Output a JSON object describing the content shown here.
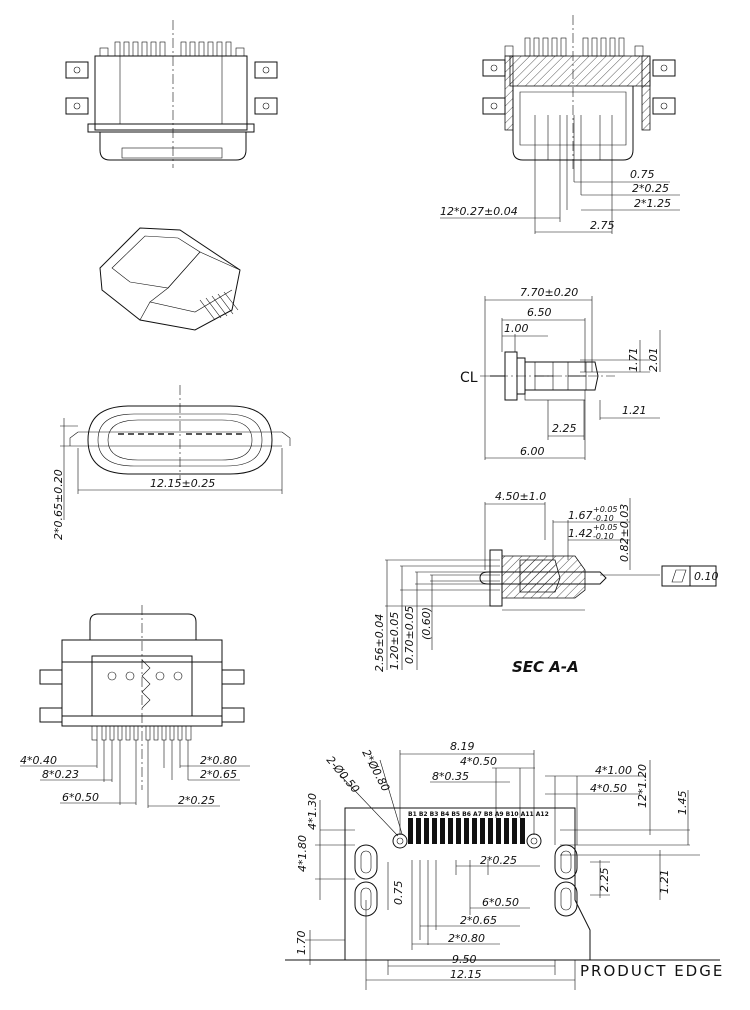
{
  "rear_view": {
    "dims": {
      "pitch": "0.75",
      "pin_w": "2*0.25",
      "pin_s": "2*1.25",
      "pins": "12*0.27±0.04",
      "span": "2.75"
    }
  },
  "front_view": {
    "width": "12.15±0.25",
    "height": "2*0.65±0.20"
  },
  "side_view": {
    "length": "7.70±0.20",
    "len2": "6.50",
    "len3": "1.00",
    "h1": "1.71",
    "h2": "2.01",
    "cl": "CL",
    "off": "1.21",
    "tail": "2.25",
    "bottom": "6.00"
  },
  "section": {
    "title": "SEC A-A",
    "d1": "4.50±1.0",
    "d2": "1.67",
    "d2_tol_up": "+0.05",
    "d2_tol_dn": "-0.10",
    "d3": "1.42",
    "d3_tol_up": "+0.05",
    "d3_tol_dn": "-0.10",
    "d4": "0.82±0.03",
    "flat": "0.10",
    "v1": "2.56±0.04",
    "v2": "1.20±0.05",
    "v3": "0.70±0.05",
    "v4": "(0.60)"
  },
  "bottom_view": {
    "a": "4*0.40",
    "b": "8*0.23",
    "c": "6*0.50",
    "d": "2*0.80",
    "e": "2*0.65",
    "f": "2*0.25"
  },
  "footprint": {
    "w1": "8.19",
    "w2": "4*0.50",
    "w3": "8*0.35",
    "w4": "4*1.00",
    "w5": "4*0.50",
    "h1": "12*1.20",
    "h2": "1.45",
    "hole1": "2*Ø0.80",
    "hole2": "2-Ø0.50",
    "s1": "4*1.30",
    "s2": "4*1.80",
    "p1": "2*0.25",
    "p2": "0.75",
    "p3": "6*0.50",
    "p4": "2*0.65",
    "p5": "2*0.80",
    "r1": "2.25",
    "r2": "1.21",
    "e1": "1.70",
    "w6": "9.50",
    "w7": "12.15",
    "edge_label": "PRODUCT  EDGE",
    "pin_labels": "B1 B2 B3 B4 B5 B6 A7 B8 A9 B10 A11 A12"
  }
}
